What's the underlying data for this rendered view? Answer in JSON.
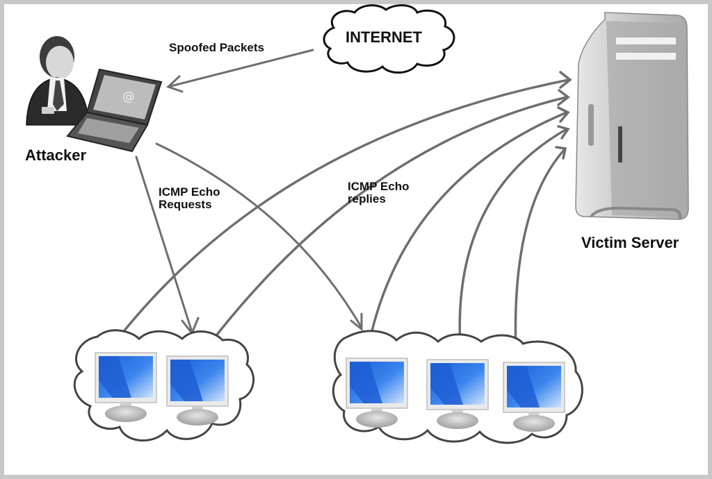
{
  "diagram": {
    "title": "ICMP Smurf attack diagram",
    "labels": {
      "internet": "INTERNET",
      "spoofed_packets": "Spoofed Packets",
      "attacker": "Attacker",
      "victim_server": "Victim Server",
      "echo_requests_line1": "ICMP Echo",
      "echo_requests_line2": "Requests",
      "echo_replies_line1": "ICMP Echo",
      "echo_replies_line2": "replies"
    },
    "nodes": [
      {
        "id": "internet",
        "type": "cloud",
        "icon": "cloud-icon"
      },
      {
        "id": "attacker",
        "type": "person-with-laptop",
        "icon": "attacker-icon"
      },
      {
        "id": "victim",
        "type": "server-tower",
        "icon": "server-icon"
      },
      {
        "id": "network-a",
        "type": "cloud-group",
        "computers": 2,
        "icon": "monitor-icon"
      },
      {
        "id": "network-b",
        "type": "cloud-group",
        "computers": 3,
        "icon": "monitor-icon"
      }
    ],
    "edges": [
      {
        "from": "internet",
        "to": "attacker",
        "label": "Spoofed Packets"
      },
      {
        "from": "attacker",
        "to": "network-a",
        "label": "ICMP Echo Requests"
      },
      {
        "from": "attacker",
        "to": "network-b",
        "label": "ICMP Echo Requests"
      },
      {
        "from": "network-a.pc1",
        "to": "victim",
        "label": "ICMP Echo replies"
      },
      {
        "from": "network-a.pc2",
        "to": "victim",
        "label": "ICMP Echo replies"
      },
      {
        "from": "network-b.pc1",
        "to": "victim",
        "label": "ICMP Echo replies"
      },
      {
        "from": "network-b.pc2",
        "to": "victim",
        "label": "ICMP Echo replies"
      },
      {
        "from": "network-b.pc3",
        "to": "victim",
        "label": "ICMP Echo replies"
      }
    ],
    "colors": {
      "arrow": "#6e6e6e",
      "outline": "#333333",
      "screen": "#2f74e0",
      "text": "#111111"
    }
  }
}
